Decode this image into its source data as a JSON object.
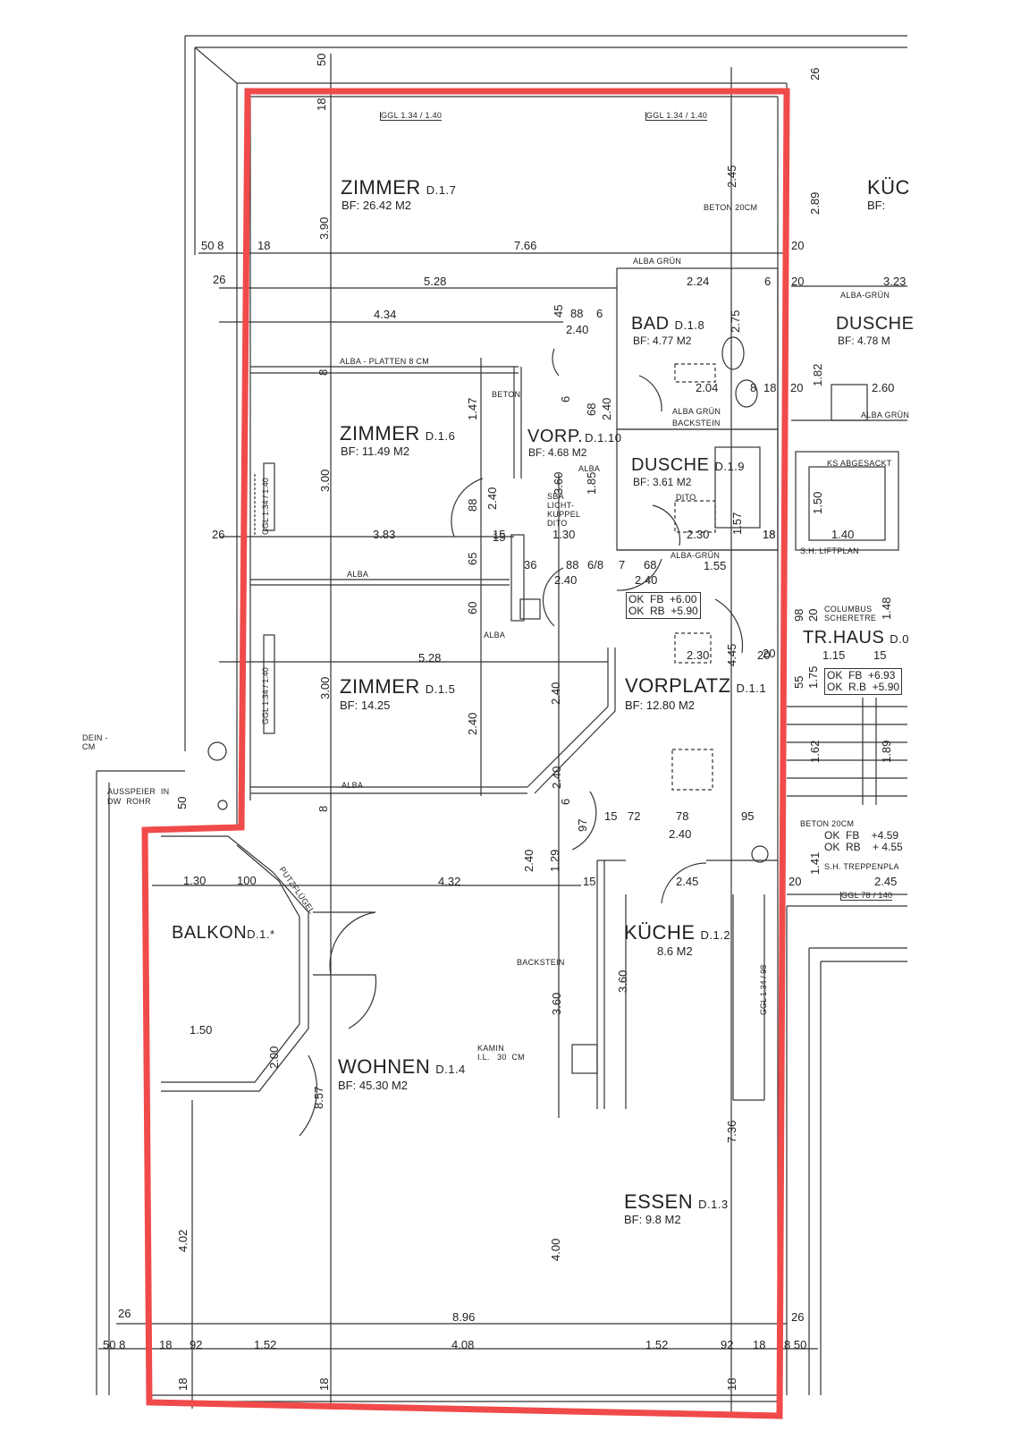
{
  "rooms": [
    {
      "name": "ZIMMER",
      "code": "D.1.7",
      "area": "BF:   26.42  M2"
    },
    {
      "name": "ZIMMER",
      "code": "D.1.6",
      "area": "BF:   11.49  M2"
    },
    {
      "name": "ZIMMER",
      "code": "D.1.5",
      "area": "BF:   14.25"
    },
    {
      "name": "WOHNEN",
      "code": "D.1.4",
      "area": "BF:   45.30 M2"
    },
    {
      "name": "VORPLATZ",
      "code": "D.1.1",
      "area": "BF:    12.80  M2"
    },
    {
      "name": "KÜCHE",
      "code": "D.1.2",
      "area": "8.6   M2"
    },
    {
      "name": "ESSEN",
      "code": "D.1.3",
      "area": "BF:    9.8    M2"
    },
    {
      "name": "BAD",
      "code": "D.1.8",
      "area": "BF:   4.77 M2"
    },
    {
      "name": "DUSCHE",
      "code": "D.1.9",
      "area": "BF:   3.61 M2"
    },
    {
      "name": "VORP.",
      "code": "D.1.10",
      "area": "BF: 4.68 M2"
    },
    {
      "name": "BALKON",
      "code": "D.1.*"
    },
    {
      "name": "TR.HAUS",
      "code": "D.0"
    },
    {
      "name": "DUSCHE",
      "code": "",
      "area": "BF:   4.78 M"
    },
    {
      "name": "KÜC",
      "code": "",
      "area": "BF:"
    }
  ],
  "dims_h": [
    "50 8",
    "18",
    "7.66",
    "26",
    "5.28",
    "4.34",
    "3.83",
    "15",
    "26",
    "5.28",
    "36",
    "88",
    "6/8",
    "7",
    "68",
    "2.40",
    "2.40",
    "1.55",
    "2.24",
    "6",
    "20",
    "3.23",
    "20",
    "2.04",
    "8",
    "18",
    "20",
    "2.60",
    "18",
    "1.40",
    "2.30",
    "18",
    "1.30",
    "100",
    "4.32",
    "15",
    "72",
    "78",
    "2.40",
    "95",
    "2.45",
    "2.45",
    "20",
    "1.50",
    "8.96",
    "26",
    "26",
    "50 8",
    "18",
    "92",
    "1.52",
    "4.08",
    "1.52",
    "92",
    "18",
    "8 50",
    "88",
    "6",
    "2.40",
    "15",
    "1.30",
    "20",
    "15",
    "1.15",
    "15",
    "2.30",
    "20"
  ],
  "dims_v": [
    "50",
    "18",
    "3.90",
    "2.45",
    "2.89",
    "26",
    "45",
    "1.47",
    "3.00",
    "2.40",
    "88",
    "65",
    "60",
    "3.00",
    "2.40",
    "2.40",
    "50",
    "8",
    "8",
    "3.60",
    "1.85",
    "68",
    "2.40",
    "2.75",
    "1.82",
    "1.50",
    "1.57",
    "98",
    "20",
    "1.75",
    "55",
    "1.62",
    "1.89",
    "4.45",
    "2.40",
    "3.60",
    "3.60",
    "7.36",
    "4.02",
    "4.00",
    "18",
    "18",
    "18",
    "1.41",
    "8.57",
    "97",
    "2.00",
    "1.29",
    "2.40",
    "1.48",
    "6",
    "6"
  ],
  "notes": {
    "ggl1": "GGL  1.34 / 1.40",
    "ggl2": "GGL  1.34 / 1.40",
    "ggl3": "GGL  1.34 / 1.40",
    "ggl4": "GGL  1.34 / 1.40",
    "ggl5": "GGL  1.34 / 98",
    "ggl6": "GGL  78 / 140",
    "beton1": "BETON  20CM",
    "beton2": "BETON",
    "beton3": "BETON   20CM",
    "alba_platten": "ALBA - PLATTEN   8 CM",
    "alba_gruen1": "ALBA  GRÜN",
    "alba_gruen2": "ALBA  GRÜN",
    "alba_gruen3": "ALBA-GRÜN",
    "alba_gruen4": "ALBA-GRÜN",
    "alba_gruen5": "ALBA  GRÜN",
    "backstein1": "BACKSTEIN",
    "backstein2": "BACKSTEIN",
    "alba1": "ALBA",
    "alba2": "ALBA",
    "alba3": "ALBA",
    "alba4": "ALBA",
    "dito": "DITO",
    "sba": "SBA\nLICHT-\nKUPPEL\nDITO",
    "ksabgesackt": "KS ABGESACKT",
    "liftplan": "S.H.  LIFTPLAN",
    "columbus": "COLUMBUS\nSCHERETRE",
    "treppenpl": "S.H.  TREPPENPLA",
    "kamin": "KAMIN\nI.L.   30  CM",
    "ausspeier": "AUSSPEIER  IN\nDW  ROHR",
    "putzfluegel": "PUTZFLÜGEL",
    "dein": "DEIN -\nCM"
  },
  "levels": {
    "vorplatz_box": "OK  FB  +6.00\nOK  RB  +5.90",
    "trhaus_box": "OK  FB  +6.93\nOK  R.B  +5.90",
    "treppe": "OK  FB    +4.59\nOK  RB    + 4.55"
  },
  "colors": {
    "outline": "#f04a4a",
    "lines": "#333333"
  }
}
